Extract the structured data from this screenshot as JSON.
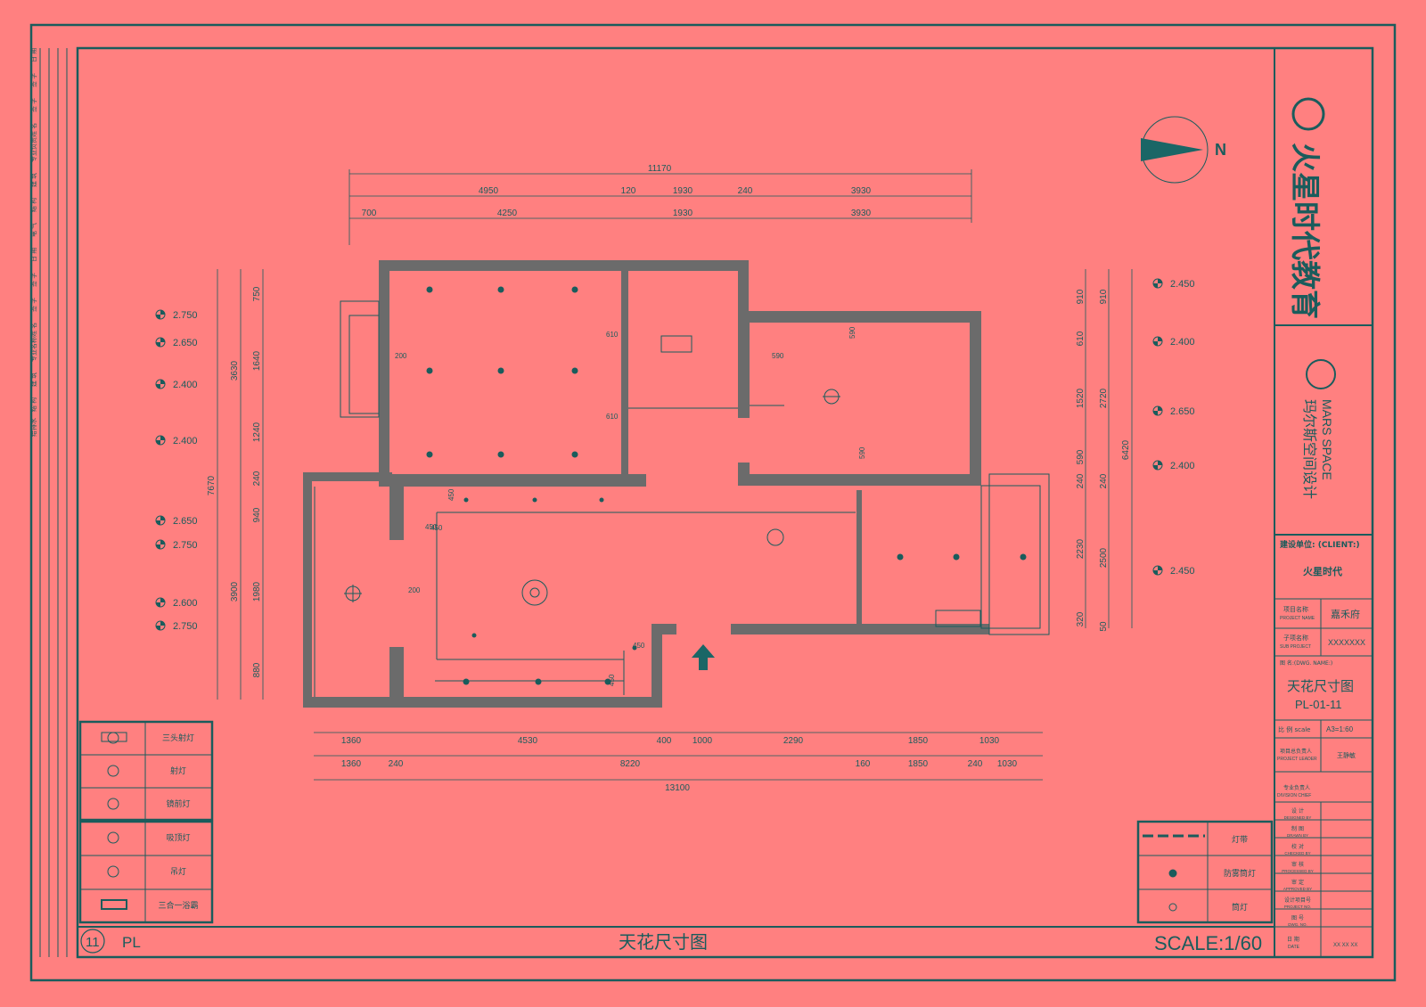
{
  "drawing": {
    "title": "天花尺寸图",
    "scale_label": "SCALE:1/60",
    "sheet_no": "11",
    "sheet_code": "PL",
    "north_label": "N",
    "entrance_arrow": "entrance-arrow"
  },
  "dims": {
    "top_total": "11170",
    "top_row1": [
      "4950",
      "120",
      "1930",
      "240",
      "3930"
    ],
    "top_row2": [
      "700",
      "4250",
      "1930",
      "3930"
    ],
    "bottom_row1": [
      "1360",
      "4530",
      "400",
      "1000",
      "2290",
      "1850",
      "1030"
    ],
    "bottom_row2": [
      "1360",
      "240",
      "8220",
      "160",
      "1850",
      "240",
      "1030"
    ],
    "bottom_total": "13100",
    "left_outer": "7670",
    "left_mid": [
      "3630",
      "3900"
    ],
    "left_inner": [
      "750",
      "1640",
      "1240",
      "240",
      "940",
      "1980",
      "880"
    ],
    "right_inner": [
      "910",
      "610",
      "1520",
      "590",
      "240",
      "2230",
      "320"
    ],
    "right_mid": [
      "910",
      "2720",
      "240",
      "2500",
      "50"
    ],
    "right_outer": "6420",
    "interior": [
      "610",
      "610",
      "200",
      "590",
      "590",
      "590",
      "450",
      "450",
      "450",
      "200",
      "450",
      "450"
    ]
  },
  "levels_left": [
    "2.750",
    "2.650",
    "2.400",
    "2.400",
    "2.650",
    "2.750",
    "2.600",
    "2.750"
  ],
  "levels_right": [
    "2.450",
    "2.400",
    "2.650",
    "2.400",
    "2.450"
  ],
  "legend_left": [
    {
      "symbol": "triple-spotlight-icon",
      "label": "三头射灯"
    },
    {
      "symbol": "spotlight-icon",
      "label": "射灯"
    },
    {
      "symbol": "mirror-light-icon",
      "label": "镜前灯"
    },
    {
      "symbol": "ceiling-light-icon",
      "label": "吸顶灯"
    },
    {
      "symbol": "chandelier-icon",
      "label": "吊灯"
    },
    {
      "symbol": "bath-heater-icon",
      "label": "三合一浴霸"
    }
  ],
  "legend_right": [
    {
      "symbol": "light-strip-icon",
      "label": "灯带"
    },
    {
      "symbol": "moisture-proof-light-icon",
      "label": "防雾筒灯"
    },
    {
      "symbol": "downlight-icon",
      "label": "筒灯"
    }
  ],
  "title_block": {
    "company_cn": "火星时代教育",
    "brand_en": "MARS SPACE",
    "brand_cn": "玛尔斯空间设计",
    "client_label": "建设单位: (CLIENT:)",
    "client_value": "火星时代",
    "project_label_cn": "项目名称",
    "project_label_en": "PROJECT NAME",
    "project_value": "嘉禾府",
    "sub_label_cn": "子项名称",
    "sub_label_en": "SUB PROJECT",
    "sub_value": "XXXXXXX",
    "dwg_label": "图 名:(DWG. NAME:)",
    "dwg_name": "天花尺寸图",
    "dwg_code": "PL-01-11",
    "scale_label": "比 例 scale",
    "scale_value": "A3=1:60",
    "leader_cn": "项目总负责人",
    "leader_en": "PROJECT LEADER",
    "leader_value": "王静敏",
    "chief_cn": "专业负责人",
    "chief_en": "DIVISION CHIEF",
    "roles": [
      {
        "cn": "设 计",
        "en": "DESIGNED BY"
      },
      {
        "cn": "制 图",
        "en": "DRAWN BY"
      },
      {
        "cn": "校 对",
        "en": "CHECKED BY"
      },
      {
        "cn": "审 核",
        "en": "PROCESSED BY"
      },
      {
        "cn": "审 定",
        "en": "APPROVED BY"
      },
      {
        "cn": "设计项目号",
        "en": "PROJECT NO."
      },
      {
        "cn": "图 号",
        "en": "DWG. NO."
      }
    ],
    "date_cn": "日 期",
    "date_en": "DATE",
    "date_value": "XX XX XX"
  },
  "left_strip": [
    "日 期",
    "签 字",
    "签 字",
    "姓 名",
    "专业负责",
    "建 筑",
    "结 构",
    "电 气",
    "日 期",
    "签 字",
    "签 字",
    "姓 名",
    "专业名称",
    "建 筑",
    "结 构",
    "给排水"
  ],
  "colors": {
    "background": "#ff8080",
    "line": "#1a5c5c",
    "wall": "#6b6b6b"
  }
}
